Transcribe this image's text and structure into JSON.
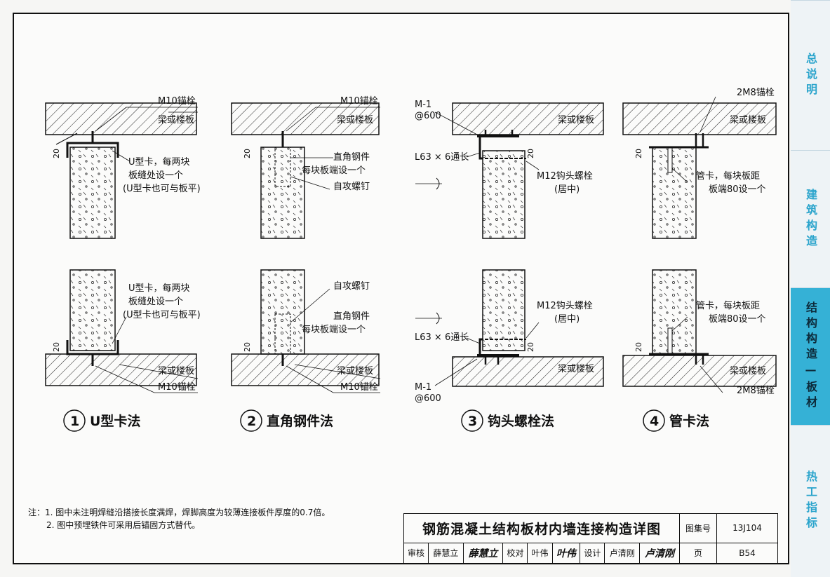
{
  "sidebar": {
    "tabs": [
      {
        "label": "总说明",
        "active": false
      },
      {
        "label": "建筑构造",
        "active": false
      },
      {
        "label": "结构构造—板材",
        "active": true
      },
      {
        "label": "热工指标",
        "active": false
      }
    ],
    "active_color": "#35b1d6",
    "text_color": "#2aa4cc"
  },
  "details": [
    {
      "number": "1",
      "name": "U型卡法",
      "top": {
        "anchor": "M10锚栓",
        "slab": "梁或楼板",
        "clip": "U型卡，每两块",
        "clip2": "板缝处设一个",
        "clip3": "(U型卡也可与板平)",
        "dim": "20"
      },
      "bottom": {
        "clip": "U型卡，每两块",
        "clip2": "板缝处设一个",
        "clip3": "(U型卡也可与板平)",
        "slab": "梁或楼板",
        "anchor": "M10锚栓",
        "dim": "20"
      }
    },
    {
      "number": "2",
      "name": "直角钢件法",
      "top": {
        "anchor": "M10锚栓",
        "slab": "梁或楼板",
        "angle": "直角钢件",
        "angle2": "每块板端设一个",
        "screw": "自攻螺钉",
        "dim": "20"
      },
      "bottom": {
        "screw": "自攻螺钉",
        "angle": "直角钢件",
        "angle2": "每块板端设一个",
        "slab": "梁或楼板",
        "anchor": "M10锚栓",
        "dim": "20"
      }
    },
    {
      "number": "3",
      "name": "钩头螺栓法",
      "top": {
        "embed": "M-1",
        "embed_spacing": "@600",
        "angle": "L63 × 6通长",
        "slab": "梁或楼板",
        "bolt": "M12钩头螺栓",
        "bolt2": "(居中)",
        "dim": "20"
      },
      "bottom": {
        "bolt": "M12钩头螺栓",
        "bolt2": "(居中)",
        "angle": "L63 × 6通长",
        "slab": "梁或楼板",
        "embed": "M-1",
        "embed_spacing": "@600",
        "dim": "20"
      }
    },
    {
      "number": "4",
      "name": "管卡法",
      "top": {
        "anchor": "2M8锚栓",
        "slab": "梁或楼板",
        "clip": "管卡，每块板距",
        "clip2": "板端80设一个",
        "dim": "20"
      },
      "bottom": {
        "clip": "管卡，每块板距",
        "clip2": "板端80设一个",
        "slab": "梁或楼板",
        "anchor": "2M8锚栓",
        "dim": "20"
      }
    }
  ],
  "notes": {
    "prefix": "注：",
    "items": [
      "1. 图中未注明焊缝沿搭接长度满焊，焊脚高度为较薄连接板件厚度的0.7倍。",
      "2. 图中预埋铁件可采用后锚固方式替代。"
    ]
  },
  "titleblock": {
    "title": "钢筋混凝土结构板材内墙连接构造详图",
    "atlas_label": "图集号",
    "atlas_no": "13J104",
    "review_label": "审核",
    "reviewer": "薛慧立",
    "reviewer_sig": "薛慧立",
    "check_label": "校对",
    "checker": "叶伟",
    "checker_sig": "叶伟",
    "design_label": "设计",
    "designer": "卢清刚",
    "designer_sig": "卢清刚",
    "page_label": "页",
    "page_no": "B54"
  }
}
